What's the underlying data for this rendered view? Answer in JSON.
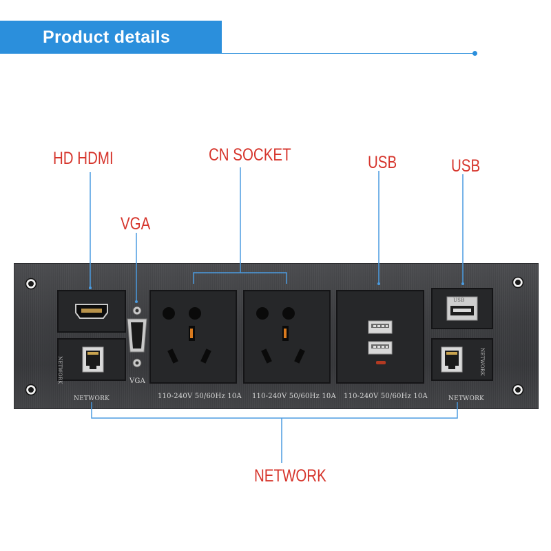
{
  "header": {
    "title": "Product details"
  },
  "callouts": {
    "hdmi": "HD HDMI",
    "vga": "VGA",
    "cn_socket": "CN SOCKET",
    "usb_left": "USB",
    "usb_right": "USB",
    "network": "NETWORK"
  },
  "panel_labels": {
    "vga": "VGA",
    "network_left": "NETWORK",
    "network_right": "NETWORK",
    "socket1_rating": "110-240V 50/60Hz 10A",
    "socket2_rating": "110-240V 50/60Hz 10A",
    "usb_rating": "110-240V 50/60Hz 10A",
    "usb_port_label": "USB",
    "rj45_left_label": "NETWORK",
    "rj45_right_label": "NETWORK"
  },
  "colors": {
    "accent_blue": "#2b8fdc",
    "callout_red": "#d6352c",
    "leader_blue": "#4b9be0",
    "panel_dark": "#3b3c3f"
  }
}
